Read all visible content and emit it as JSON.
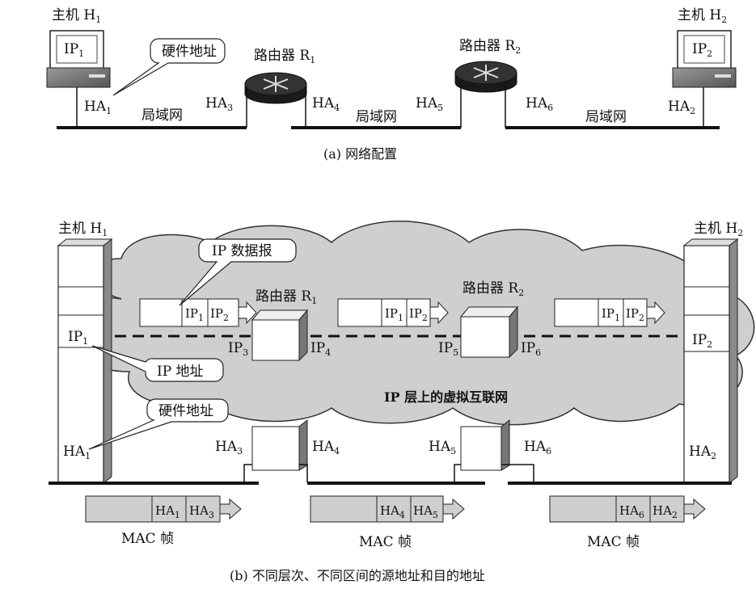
{
  "part_a": {
    "host1_label": "主机 H",
    "host1_sub": "1",
    "host2_label": "主机 H",
    "host2_sub": "2",
    "router1_label": "路由器 R",
    "router1_sub": "1",
    "router2_label": "路由器 R",
    "router2_sub": "2",
    "ip1": "IP",
    "ip1_sub": "1",
    "ip2": "IP",
    "ip2_sub": "2",
    "callout_hw": "硬件地址",
    "ha": [
      "HA",
      "HA",
      "HA",
      "HA",
      "HA",
      "HA"
    ],
    "ha_sub": [
      "1",
      "3",
      "4",
      "5",
      "6",
      "2"
    ],
    "lan": [
      "局域网",
      "局域网",
      "局域网"
    ],
    "caption": "(a) 网络配置"
  },
  "part_b": {
    "host1_label": "主机 H",
    "host1_sub": "1",
    "host2_label": "主机 H",
    "host2_sub": "2",
    "router1_label": "路由器 R",
    "router1_sub": "1",
    "router2_label": "路由器 R",
    "router2_sub": "2",
    "callout_ipdgram": "IP 数据报",
    "callout_ipaddr": "IP 地址",
    "callout_hw": "硬件地址",
    "cloud_label": "IP 层上的虚拟互联网",
    "stack_ip1": "IP",
    "stack_ip1_sub": "1",
    "stack_ip2": "IP",
    "stack_ip2_sub": "2",
    "stack_ha1": "HA",
    "stack_ha1_sub": "1",
    "stack_ha2": "HA",
    "stack_ha2_sub": "2",
    "packets": [
      {
        "a": "IP",
        "a_sub": "1",
        "b": "IP",
        "b_sub": "2"
      },
      {
        "a": "IP",
        "a_sub": "1",
        "b": "IP",
        "b_sub": "2"
      },
      {
        "a": "IP",
        "a_sub": "1",
        "b": "IP",
        "b_sub": "2"
      }
    ],
    "router_ip": [
      {
        "t": "IP",
        "s": "3"
      },
      {
        "t": "IP",
        "s": "4"
      },
      {
        "t": "IP",
        "s": "5"
      },
      {
        "t": "IP",
        "s": "6"
      }
    ],
    "router_ha": [
      {
        "t": "HA",
        "s": "3"
      },
      {
        "t": "HA",
        "s": "4"
      },
      {
        "t": "HA",
        "s": "5"
      },
      {
        "t": "HA",
        "s": "6"
      }
    ],
    "frames": [
      {
        "a": "HA",
        "a_sub": "1",
        "b": "HA",
        "b_sub": "3",
        "label": "MAC 帧"
      },
      {
        "a": "HA",
        "a_sub": "4",
        "b": "HA",
        "b_sub": "5",
        "label": "MAC 帧"
      },
      {
        "a": "HA",
        "a_sub": "6",
        "b": "HA",
        "b_sub": "2",
        "label": "MAC 帧"
      }
    ],
    "caption": "(b) 不同层次、不同区间的源地址和目的地址"
  }
}
